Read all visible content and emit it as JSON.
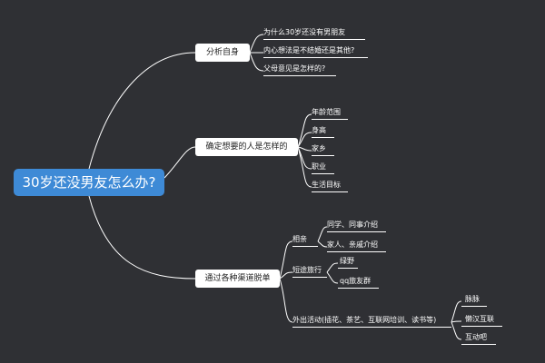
{
  "root": {
    "label": "30岁还没男友怎么办?"
  },
  "branches": [
    {
      "label": "分析自身",
      "children": [
        {
          "label": "为什么30岁还没有男朋友"
        },
        {
          "label": "内心想法是不结婚还是其他?"
        },
        {
          "label": "父母意见是怎样的?"
        }
      ]
    },
    {
      "label": "确定想要的人是怎样的",
      "children": [
        {
          "label": "年龄范围"
        },
        {
          "label": "身高"
        },
        {
          "label": "家乡"
        },
        {
          "label": "职业"
        },
        {
          "label": "生活目标"
        }
      ]
    },
    {
      "label": "通过各种渠道脱单",
      "children": [
        {
          "label": "相亲",
          "children": [
            {
              "label": "同学、同事介绍"
            },
            {
              "label": "家人、亲戚介绍"
            }
          ]
        },
        {
          "label": "短途旅行",
          "children": [
            {
              "label": "绿野"
            },
            {
              "label": "qq旅友群"
            }
          ]
        },
        {
          "label": "外出活动(插花、茶艺、互联网培训、读书等)",
          "children": [
            {
              "label": "脉脉"
            },
            {
              "label": "懒汉互联"
            },
            {
              "label": "互动吧"
            }
          ]
        }
      ]
    }
  ]
}
